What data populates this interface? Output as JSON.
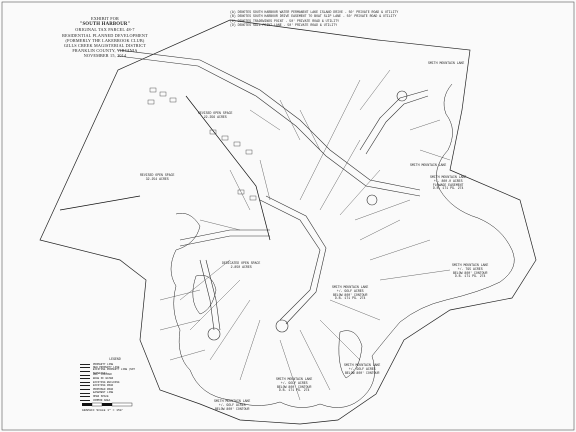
{
  "title_block": {
    "line1": "EXHIBIT FOR",
    "line2": "\"SOUTH HARBOUR\"",
    "line3": "ORIGINAL TAX PARCEL 48-7",
    "line4": "RESIDENTIAL PLANNED DEVELOPMENT",
    "line5": "(FORMERLY THE LAKEBROOK CLUB)",
    "line6": "GILLS CREEK MAGISTERIAL DISTRICT",
    "line7": "FRANKLIN COUNTY, VIRGINIA",
    "line8": "NOVEMBER 15, 2014"
  },
  "notes": [
    "(A) DENOTES SOUTH HARBOUR WATER PERMANENT LAKE ISLAND DRIVE - 50' PRIVATE ROAD & UTILITY",
    "(B) DENOTES SOUTH HARBOUR DRIVE EASEMENT TO BOAT SLIP LANE - 50' PRIVATE ROAD & UTILITY",
    "(C) DENOTES TRADEWINDS POINT - 50' PRIVATE ROAD & UTILITY",
    "(D) DENOTES SAIL POINT LANE - 50' PRIVATE ROAD & UTILITY"
  ],
  "labels": {
    "open_space_1": "REVISED OPEN SPACE\n22.356 ACRES",
    "open_space_2": "REVISED OPEN SPACE\n32.254 ACRES",
    "open_space_3": "DEDICATED OPEN SPACE\n2.850 ACRES",
    "smith_mtn_lake_1": "SMITH MOUNTAIN LAKE",
    "smith_mtn_lake_2": "SMITH MOUNTAIN LAKE",
    "smith_mtn_lake_3": "SMITH MOUNTAIN LAKE\n+/- 800.0 ACRES\nFLOWAGE EASEMENT\nD.B. 171 PG. 274",
    "smith_mtn_lake_4": "SMITH MOUNTAIN LAKE\n+/- 795 ACRES\nBELOW 800' CONTOUR\nD.B. 171 PG. 274",
    "smith_mtn_lake_5": "SMITH MOUNTAIN LAKE\n+/- GOLF ACRES\nBELOW 800' CONTOUR\nD.B. 171 PG. 274",
    "smith_mtn_lake_6": "SMITH MOUNTAIN LAKE\n+/- GOLF ACRES\nBELOW 800' CONTOUR\nD.B. 171 PG. 274",
    "smith_mtn_lake_7": "SMITH MOUNTAIN LAKE\n+/- GOLF ACRES\nBELOW 800' CONTOUR",
    "smith_mtn_lake_8": "SMITH MOUNTAIN LAKE\n+/- GOLF ACRES\nBELOW 800' CONTOUR"
  },
  "legend": {
    "heading": "LEGEND",
    "items": [
      "PROPERTY LINE",
      "NEW PROPERTY LINE",
      "EXISTING PROPERTY LINE (NOT SURVEYED)",
      "800' CONTOUR",
      "EDGE OF WATER",
      "EXISTING BUILDING",
      "EXISTING ROAD",
      "PROPOSED ROAD",
      "EASEMENT LINE",
      "OPEN SPACE",
      "COMMON AREA"
    ]
  },
  "scale_text": "GRAPHIC SCALE  1\" = 150'"
}
